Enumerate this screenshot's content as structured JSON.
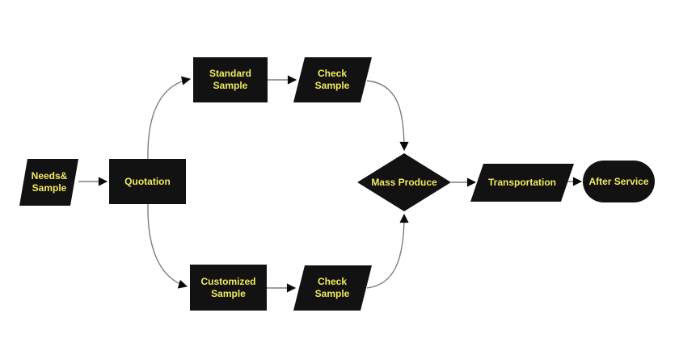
{
  "diagram": {
    "type": "flowchart",
    "colors": {
      "background": "#ffffff",
      "node_fill": "#121212",
      "label_color": "#f2ea5f",
      "connector_color": "#7d7d7d",
      "arrowhead_color": "#0a0a0a"
    },
    "nodes": [
      {
        "id": "needs-sample",
        "shape": "parallelogram",
        "label": "Needs&\nSample"
      },
      {
        "id": "quotation",
        "shape": "rectangle",
        "label": "Quotation"
      },
      {
        "id": "standard-sample",
        "shape": "rectangle",
        "label": "Standard\nSample"
      },
      {
        "id": "check-sample-top",
        "shape": "parallelogram",
        "label": "Check\nSample"
      },
      {
        "id": "customized-sample",
        "shape": "rectangle",
        "label": "Customized\nSample"
      },
      {
        "id": "check-sample-bottom",
        "shape": "parallelogram",
        "label": "Check\nSample"
      },
      {
        "id": "mass-produce",
        "shape": "diamond",
        "label": "Mass Produce"
      },
      {
        "id": "transportation",
        "shape": "parallelogram",
        "label": "Transportation"
      },
      {
        "id": "after-service",
        "shape": "stadium",
        "label": "After Service"
      }
    ],
    "edges": [
      {
        "from": "needs-sample",
        "to": "quotation"
      },
      {
        "from": "quotation",
        "to": "standard-sample"
      },
      {
        "from": "quotation",
        "to": "customized-sample"
      },
      {
        "from": "standard-sample",
        "to": "check-sample-top"
      },
      {
        "from": "check-sample-top",
        "to": "mass-produce"
      },
      {
        "from": "customized-sample",
        "to": "check-sample-bottom"
      },
      {
        "from": "check-sample-bottom",
        "to": "mass-produce"
      },
      {
        "from": "mass-produce",
        "to": "transportation"
      },
      {
        "from": "transportation",
        "to": "after-service"
      }
    ]
  }
}
